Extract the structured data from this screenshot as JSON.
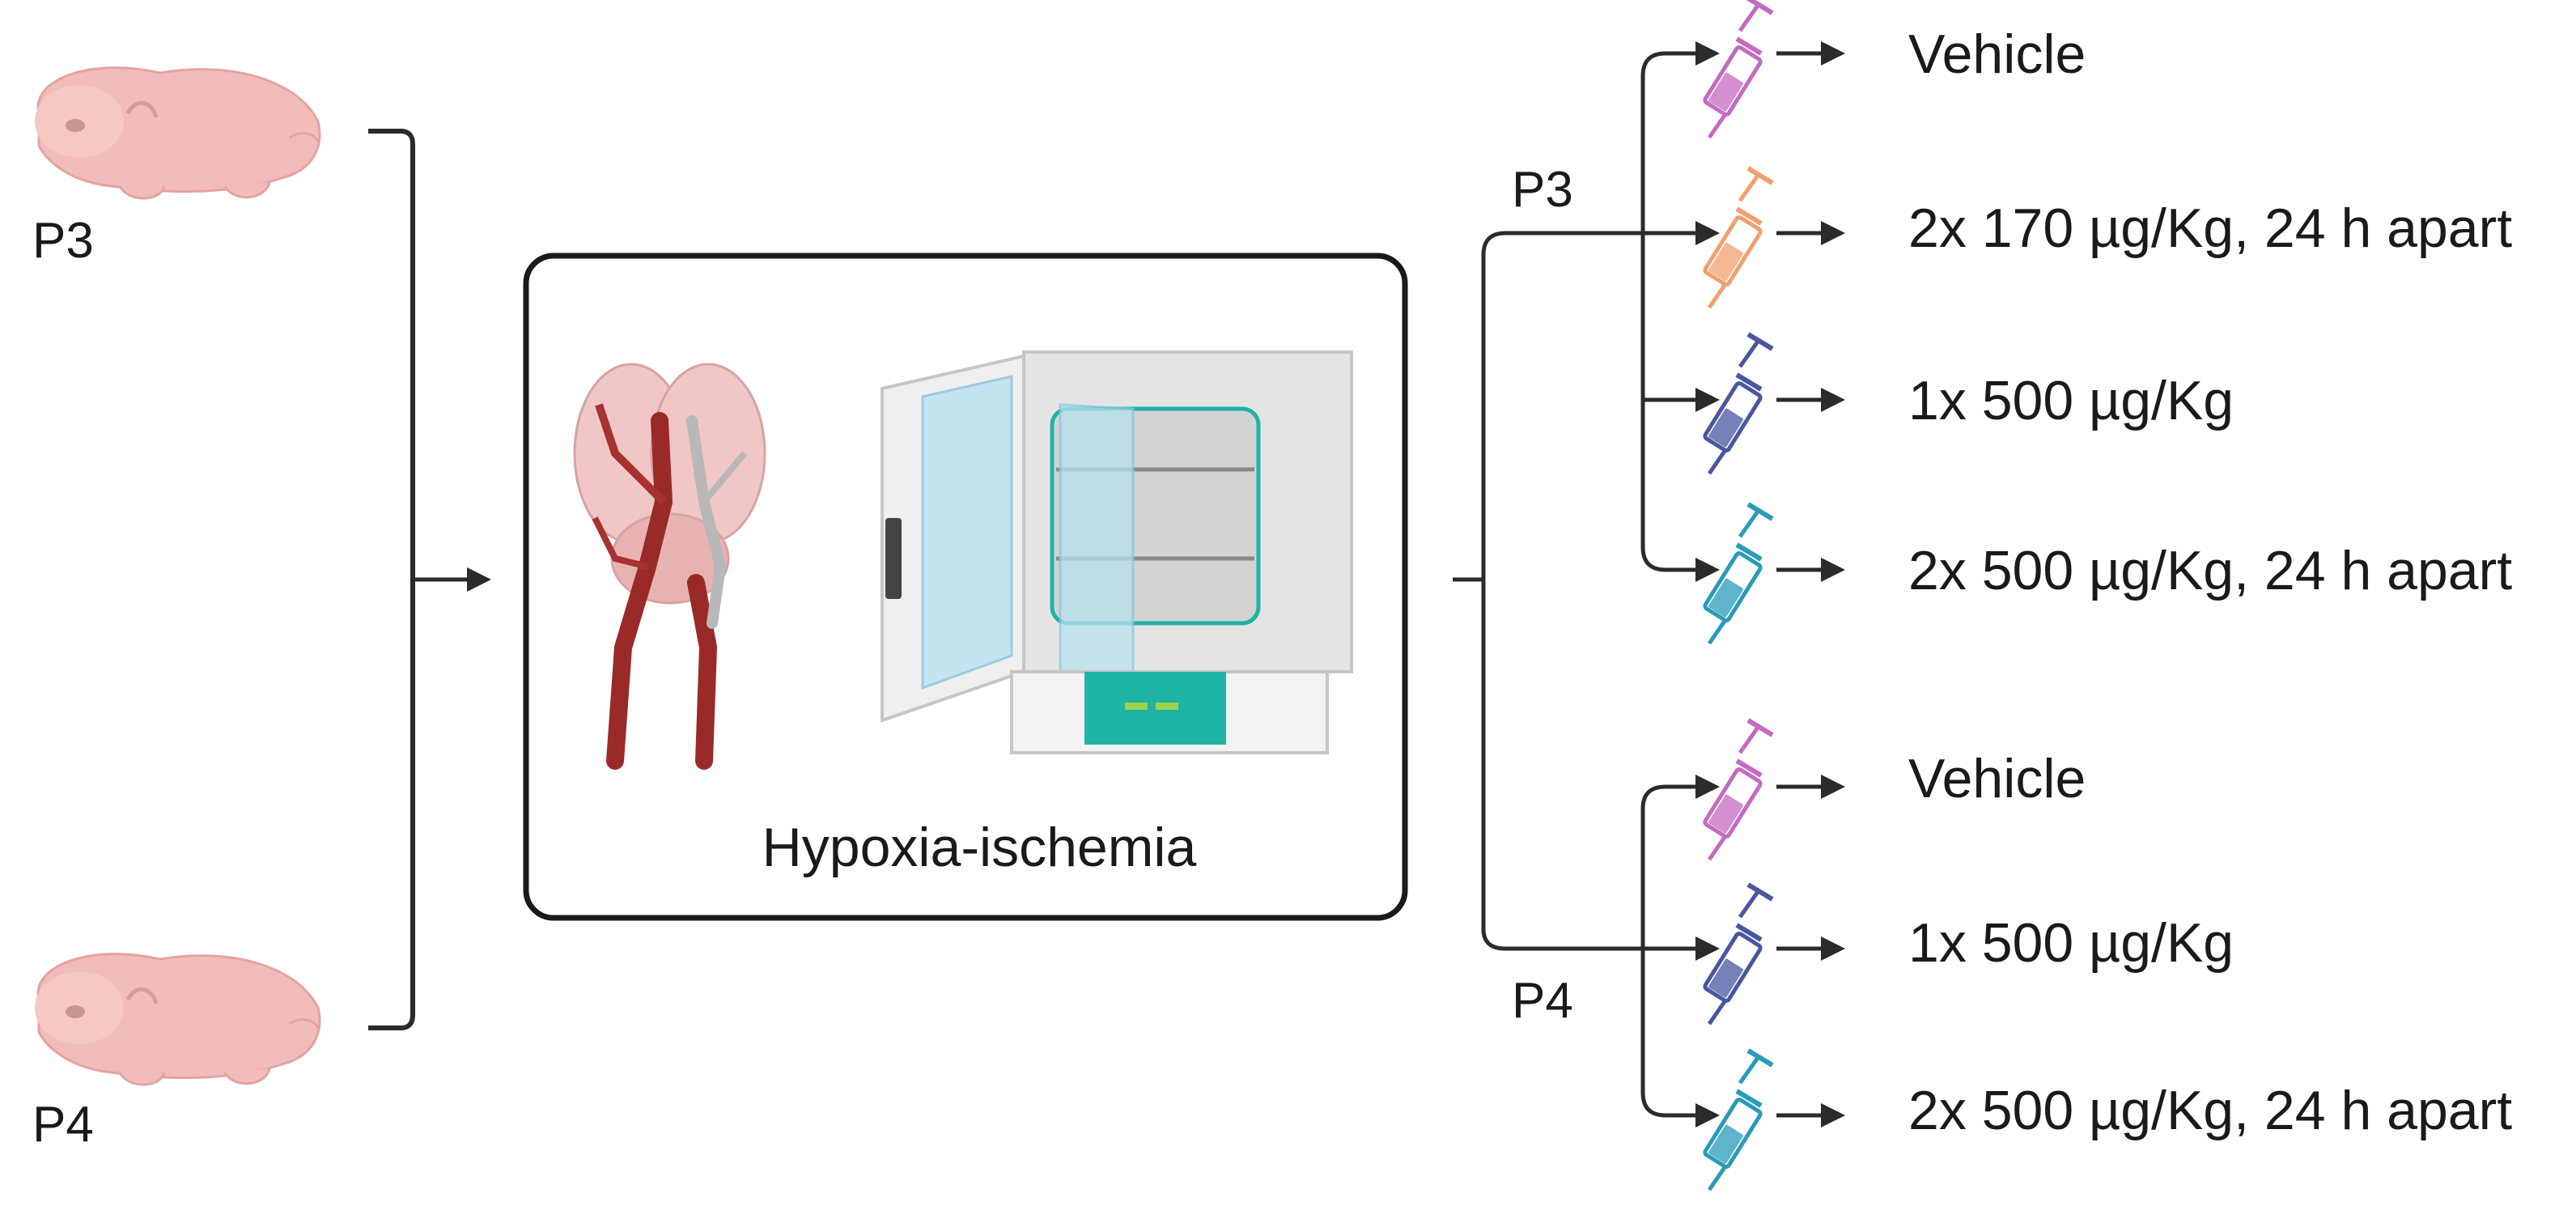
{
  "pups": [
    {
      "label": "P3"
    },
    {
      "label": "P4"
    }
  ],
  "procedure": {
    "label": "Hypoxia-ischemia"
  },
  "groups": [
    {
      "label": "P3",
      "treatments": [
        {
          "label": "Vehicle",
          "color": "#c46ac0"
        },
        {
          "label": "2x 170 µg/Kg, 24 h apart",
          "color": "#f0a070"
        },
        {
          "label": "1x 500 µg/Kg",
          "color": "#4a56a0"
        },
        {
          "label": "2x 500 µg/Kg, 24 h apart",
          "color": "#2a9aba"
        }
      ]
    },
    {
      "label": "P4",
      "treatments": [
        {
          "label": "Vehicle",
          "color": "#c46ac0"
        },
        {
          "label": "1x 500 µg/Kg",
          "color": "#4a56a0"
        },
        {
          "label": "2x 500 µg/Kg, 24 h apart",
          "color": "#2a9aba"
        }
      ]
    }
  ],
  "colors": {
    "line": "#2b2b2b",
    "pup": "#f0b8b6",
    "artery": "#9a2a28",
    "incubator_accent": "#1fb3a6"
  }
}
